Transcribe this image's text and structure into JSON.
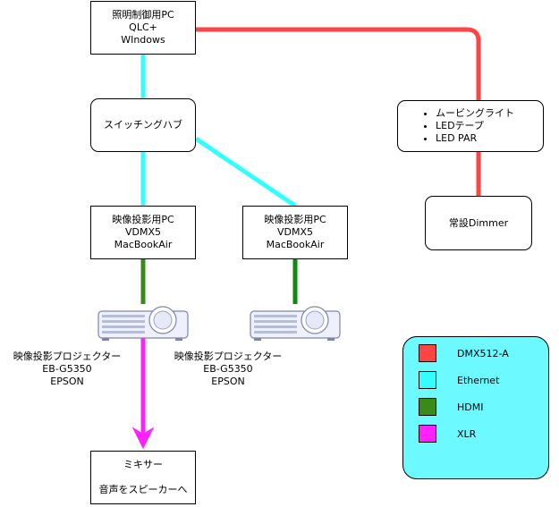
{
  "colors": {
    "dmx": "#ff4444",
    "ethernet": "#33ffff",
    "hdmi": "#3a8a1a",
    "hdmi_right": "#0f8a0f",
    "xlr": "#ff22ff",
    "legend_bg": "#6cf9ff"
  },
  "nodes": {
    "lighting_pc": [
      "照明制御用PC",
      "QLC+",
      "WIndows"
    ],
    "switching_hub": [
      "スイッチングハブ"
    ],
    "video_pc_left": [
      "映像投影用PC",
      "VDMX5",
      "MacBookAir"
    ],
    "video_pc_right": [
      "映像投影用PC",
      "VDMX5",
      "MacBookAir"
    ],
    "fixtures": [
      "ムービングライト",
      "LEDテープ",
      "LED PAR"
    ],
    "dimmer": [
      "常設Dimmer"
    ],
    "mixer": [
      "ミキサー",
      "",
      "音声をスピーカーへ"
    ]
  },
  "projector_left_caption": [
    "映像投影プロジェクター",
    "EB-G5350",
    "EPSON"
  ],
  "projector_right_caption": [
    "映像投影プロジェクター",
    "EB-G5350",
    "EPSON"
  ],
  "icons": {
    "projector": "projector-icon"
  },
  "legend": [
    {
      "label": "DMX512-A",
      "color": "#ff4444"
    },
    {
      "label": "Ethernet",
      "color": "#33ffff"
    },
    {
      "label": "HDMI",
      "color": "#3a8a1a"
    },
    {
      "label": "XLR",
      "color": "#ff22ff"
    }
  ]
}
